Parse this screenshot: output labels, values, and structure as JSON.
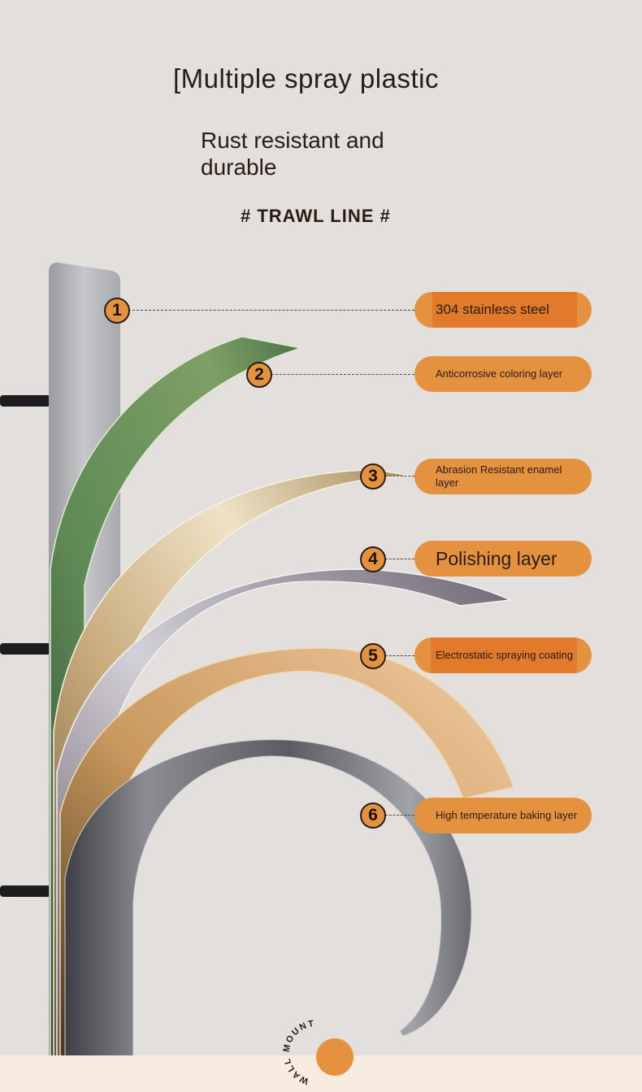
{
  "heading": {
    "title": "[Multiple spray plastic",
    "subtitle": "Rust resistant and durable",
    "tagline": "# TRAWL LINE #"
  },
  "layers": [
    {
      "number": "1",
      "label": "304 stainless steel"
    },
    {
      "number": "2",
      "label": "Anticorrosive coloring layer"
    },
    {
      "number": "3",
      "label": "Abrasion Resistant enamel layer"
    },
    {
      "number": "4",
      "label": "Polishing layer"
    },
    {
      "number": "5",
      "label": "Electrostatic spraying coating"
    },
    {
      "number": "6",
      "label": "High temperature baking layer"
    }
  ],
  "badge": {
    "text": "WALL MOUNTED · HOOK"
  },
  "colors": {
    "background": "#e2dfdd",
    "accent": "#e4923f",
    "accent_dark": "#e17a2a",
    "text": "#2a1c12",
    "footer": "#f8ece0"
  }
}
